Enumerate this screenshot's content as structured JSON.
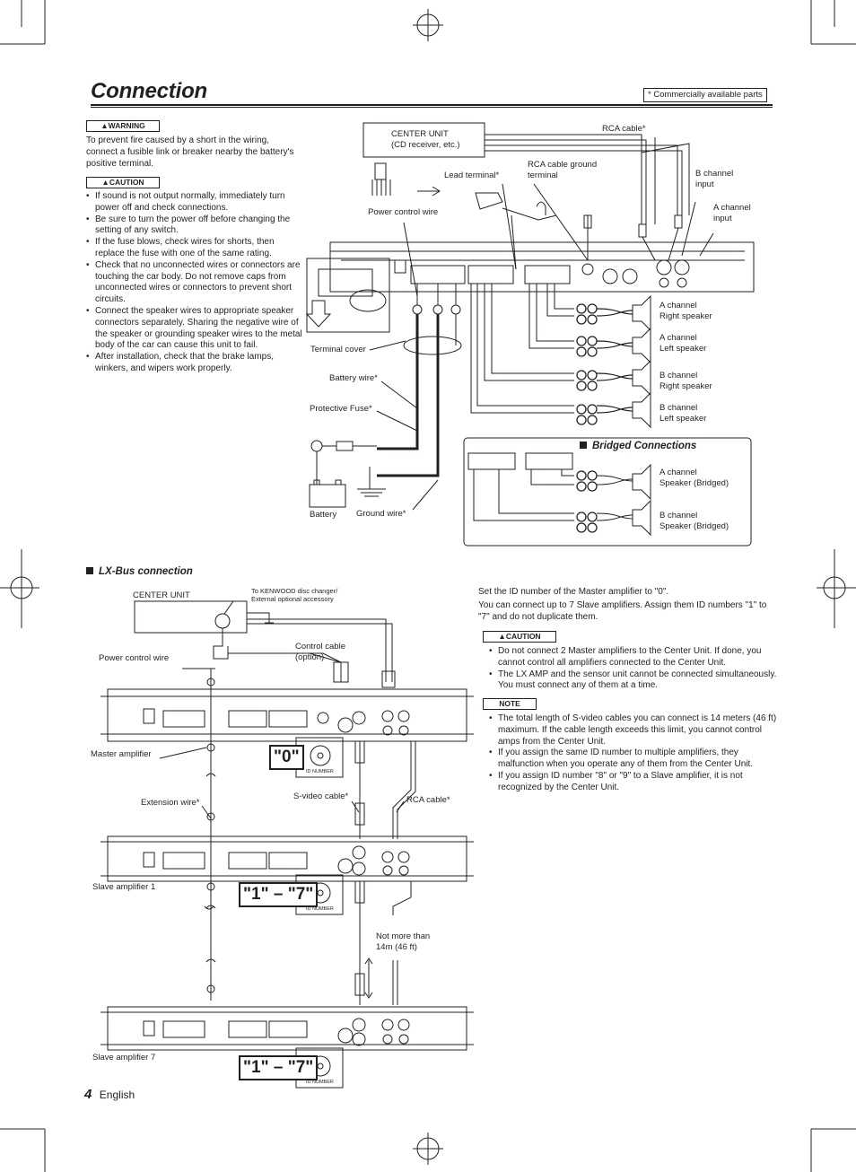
{
  "page": {
    "title": "Connection",
    "commercial_note": "* Commercially available parts",
    "page_number": "4",
    "language": "English"
  },
  "warning": {
    "badge": "WARNING",
    "text": "To prevent fire caused by a short in the wiring, connect a fusible link or breaker nearby the battery's positive terminal."
  },
  "caution1": {
    "badge": "CAUTION",
    "items": [
      "If sound is not output normally, immediately turn power off and check connections.",
      "Be sure to turn the power off before changing the setting of any switch.",
      "If the fuse blows, check wires for shorts, then replace the fuse with one of the same rating.",
      "Check that no unconnected wires or connectors are touching the car body. Do not remove caps from unconnected wires or connectors to prevent short circuits.",
      "Connect the speaker wires to appropriate speaker connectors separately. Sharing the negative wire of the speaker or grounding speaker wires to the metal body of the car can cause this unit to fail.",
      "After installation, check that the brake lamps, winkers, and wipers work properly."
    ]
  },
  "top_labels": {
    "center_unit": "CENTER UNIT\n(CD receiver, etc.)",
    "rca_cable": "RCA cable*",
    "lead_terminal": "Lead terminal*",
    "rca_ground": "RCA cable ground\nterminal",
    "b_input": "B channel\ninput",
    "a_input": "A channel\ninput",
    "power_control": "Power control wire",
    "terminal_cover": "Terminal cover",
    "battery_wire": "Battery wire*",
    "protective_fuse": "Protective Fuse*",
    "battery": "Battery",
    "ground_wire": "Ground wire*",
    "a_right": "A channel\nRight speaker",
    "a_left": "A channel\nLeft speaker",
    "b_right": "B channel\nRight speaker",
    "b_left": "B channel\nLeft speaker"
  },
  "bridged": {
    "heading": "Bridged Connections",
    "a_label": "A channel\nSpeaker (Bridged)",
    "b_label": "B channel\nSpeaker (Bridged)"
  },
  "lxbus": {
    "heading": "LX-Bus connection",
    "center_unit": "CENTER UNIT",
    "kenwood_note": "To KENWOOD disc changer/\nExternal optional accessory",
    "power_control": "Power control wire",
    "control_cable": "Control cable\n(option)",
    "master_amp": "Master amplifier",
    "extension_wire": "Extension wire*",
    "svideo_cable": "S-video cable*",
    "rca_cable": "RCA cable*",
    "slave1": "Slave amplifier 1",
    "slave7": "Slave amplifier 7",
    "not_more": "Not more than\n14m (46 ft)",
    "id_master": "\"0\"",
    "id_slave1": "\"1\" – \"7\"",
    "id_slave7": "\"1\" – \"7\"",
    "id_number": "ID NUMBER"
  },
  "lx_text": {
    "p1": "Set the ID number of the Master amplifier to \"0\".",
    "p2": "You can connect up to 7 Slave amplifiers. Assign them ID numbers \"1\" to \"7\" and do not duplicate them."
  },
  "caution2": {
    "badge": "CAUTION",
    "items": [
      "Do not connect 2 Master amplifiers to the Center Unit. If done, you cannot control all amplifiers connected to the Center Unit.",
      "The LX AMP and the sensor unit cannot be connected simultaneously. You must connect any of them at a time."
    ]
  },
  "note": {
    "badge": "NOTE",
    "items": [
      "The total length of S-video cables you can connect is 14 meters (46 ft) maximum. If the cable length exceeds this limit, you cannot control amps from the Center Unit.",
      "If you assign the same ID number to multiple amplifiers, they malfunction when you operate any of them from the Center Unit.",
      "If you assign ID number \"8\" or \"9\" to a Slave amplifier, it is not recognized by the Center Unit."
    ]
  }
}
